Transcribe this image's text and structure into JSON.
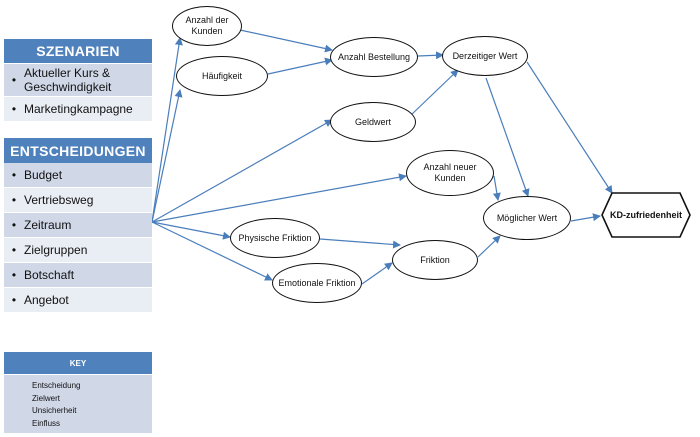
{
  "scenarios": {
    "header": "SZENARIEN",
    "items": [
      "Aktueller Kurs & Geschwindigkeit",
      "Marketingkampagne"
    ]
  },
  "decisions": {
    "header": "ENTSCHEIDUNGEN",
    "items": [
      "Budget",
      "Vertriebsweg",
      "Zeitraum",
      "Zielgruppen",
      "Botschaft",
      "Angebot"
    ]
  },
  "nodes": {
    "kunden": "Anzahl der Kunden",
    "haeufigkeit": "Häufigkeit",
    "bestellung": "Anzahl Bestellung",
    "derzeitiger": "Derzeitiger Wert",
    "geldwert": "Geldwert",
    "neue_kunden": "Anzahl neuer Kunden",
    "moeglicher": "Möglicher Wert",
    "physische": "Physische Friktion",
    "emotionale": "Emotionale Friktion",
    "friktion": "Friktion",
    "kd": "KD-zufriedenheit"
  },
  "key": {
    "header": "KEY",
    "entscheidung": "Entscheidung",
    "zielwert": "Zielwert",
    "unsicherheit": "Unsicherheit",
    "einfluss": "Einfluss"
  },
  "colors": {
    "accent": "#4f81bd",
    "panel": "#d0d8e8",
    "arrow": "#4a7ebb"
  }
}
